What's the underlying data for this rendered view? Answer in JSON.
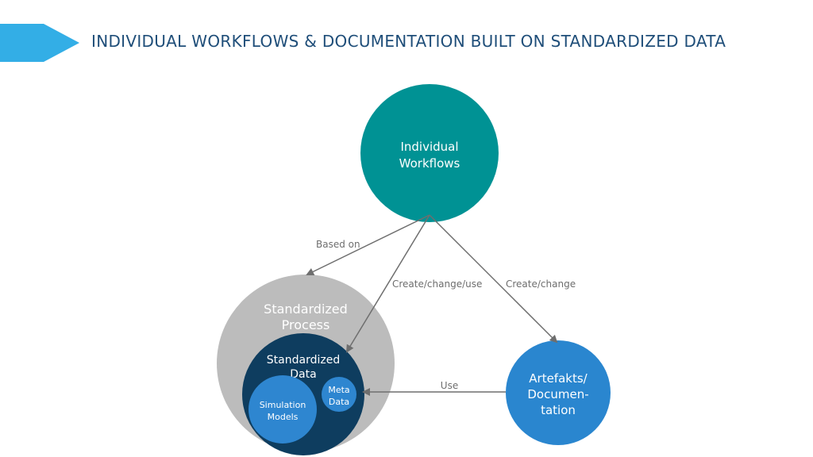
{
  "header": {
    "title": "INDIVIDUAL WORKFLOWS & DOCUMENTATION BUILT ON STANDARDIZED DATA",
    "accent_color": "#33aee6",
    "title_color": "#1f4e79"
  },
  "diagram": {
    "nodes": {
      "individual_workflows": {
        "line1": "Individual",
        "line2": "Workflows",
        "color": "#009294"
      },
      "standardized_process": {
        "line1": "Standardized",
        "line2": "Process",
        "color": "#bcbcbc"
      },
      "standardized_data": {
        "line1": "Standardized",
        "line2": "Data",
        "color": "#0e3d5f"
      },
      "simulation_models": {
        "line1": "Simulation",
        "line2": "Models",
        "color": "#2e86d0"
      },
      "meta_data": {
        "line1": "Meta",
        "line2": "Data",
        "color": "#2e86d0"
      },
      "artefakts": {
        "line1": "Artefakts/",
        "line2": "Documen-",
        "line3": "tation",
        "color": "#2a86cf"
      }
    },
    "edges": {
      "based_on": "Based on",
      "create_change_use": "Create/change/use",
      "create_change": "Create/change",
      "use": "Use"
    },
    "edge_color": "#6e6e6e"
  }
}
